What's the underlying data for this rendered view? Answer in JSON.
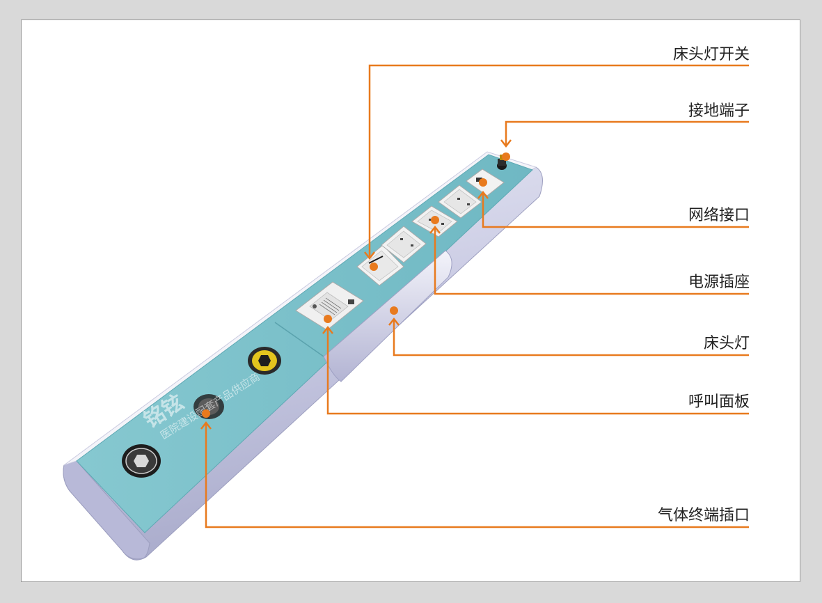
{
  "colors": {
    "leader": "#e87a1e",
    "panel_teal": "#7cc2cc",
    "rail_body": "#c8c9e2",
    "rail_shadow": "#a4a6c8",
    "frame_bg": "#d9d9d9"
  },
  "watermark": {
    "brand": "铭铉",
    "tagline": "医院建设配套产品供应商"
  },
  "labels": [
    {
      "id": "bedside-lamp-switch",
      "text": "床头灯开关"
    },
    {
      "id": "ground-terminal",
      "text": "接地端子"
    },
    {
      "id": "network-port",
      "text": "网络接口"
    },
    {
      "id": "power-socket",
      "text": "电源插座"
    },
    {
      "id": "bedside-lamp",
      "text": "床头灯"
    },
    {
      "id": "call-panel",
      "text": "呼叫面板"
    },
    {
      "id": "gas-terminal-outlet",
      "text": "气体终端插口"
    }
  ]
}
